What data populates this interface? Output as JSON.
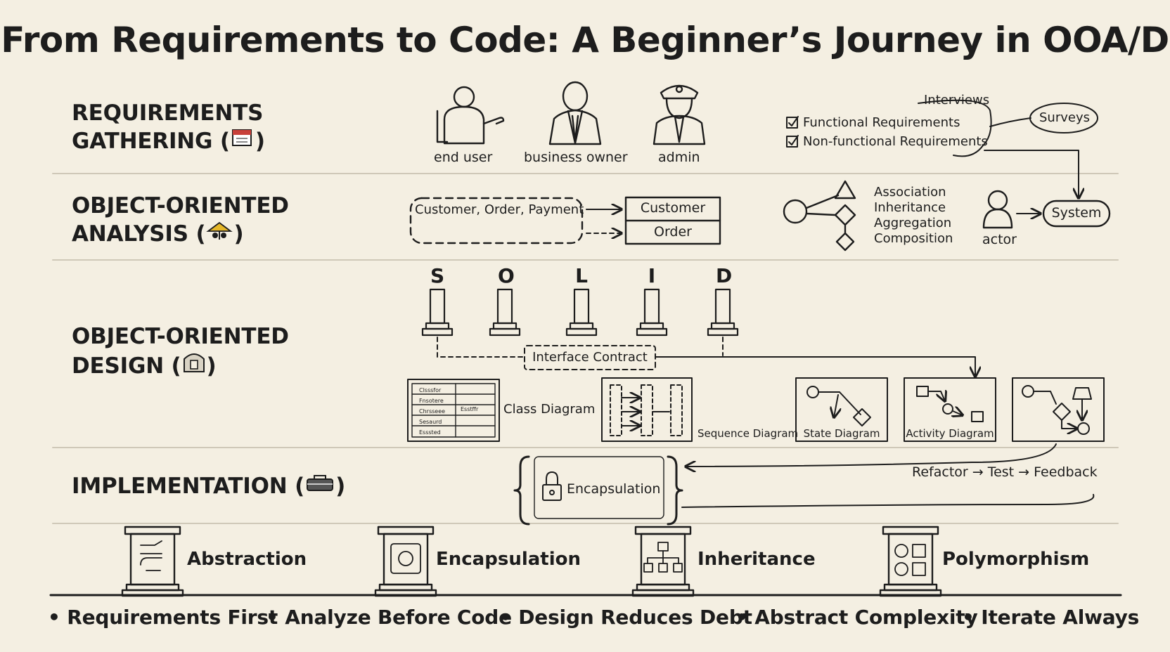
{
  "title": "From Requirements to Code: A Beginner’s Journey in OOA/D",
  "stages": {
    "requirements": {
      "line1": "REQUIREMENTS",
      "line2": "GATHERING (",
      "close": ")",
      "icon": "notebook-icon"
    },
    "analysis": {
      "line1": "OBJECT-ORIENTED",
      "line2": "ANALYSIS (",
      "close": ")",
      "icon": "magnifier-icon"
    },
    "design": {
      "line1": "OBJECT-ORIENTED",
      "line2": "DESIGN (",
      "close": ")",
      "icon": "blueprint-icon"
    },
    "implementation": {
      "line1": "IMPLEMENTATION (",
      "close": ")",
      "icon": "toolbox-icon"
    }
  },
  "requirements": {
    "actors": [
      "end user",
      "business owner",
      "admin"
    ],
    "interviews": "Interviews",
    "surveys": "Surveys",
    "functional": "Functional Requirements",
    "nonfunctional": "Non-functional Requirements",
    "check": "☑"
  },
  "analysis": {
    "nouns": "Customer, Order, Payment",
    "class_top": "Customer",
    "class_bottom": "Order",
    "relations": [
      "Association",
      "Inheritance",
      "Aggregation",
      "Composition"
    ],
    "actor": "actor",
    "system": "System"
  },
  "design": {
    "solid": [
      "S",
      "O",
      "L",
      "I",
      "D"
    ],
    "contract": "Interface Contract",
    "class_diagram": "Class Diagram",
    "class_rows": [
      "Clsssfor",
      "Fnsotere",
      "Chrsseee",
      "Sesaurd",
      "Esssted"
    ],
    "class_side": "Esstffr",
    "sequence_diagram": "Sequence Diagram",
    "state_diagram": "State Diagram",
    "activity_diagram": "Activity Diagram"
  },
  "implementation": {
    "encapsulation": "Encapsulation",
    "cycle": "Refactor → Test → Feedback",
    "lock_icon": "lock-icon"
  },
  "pillars": [
    "Abstraction",
    "Encapsulation",
    "Inheritance",
    "Polymorphism"
  ],
  "bullets": [
    "• Requirements First",
    "• Analyze Before Code",
    "• Design Reduces Debt",
    "• Abstract Complexity",
    "• Iterate Always"
  ],
  "colors": {
    "background": "#f4efe2",
    "ink": "#1d1d1d",
    "divider": "#cfc8b8",
    "accent_red": "#c8403a",
    "accent_yellow": "#e5b728"
  }
}
